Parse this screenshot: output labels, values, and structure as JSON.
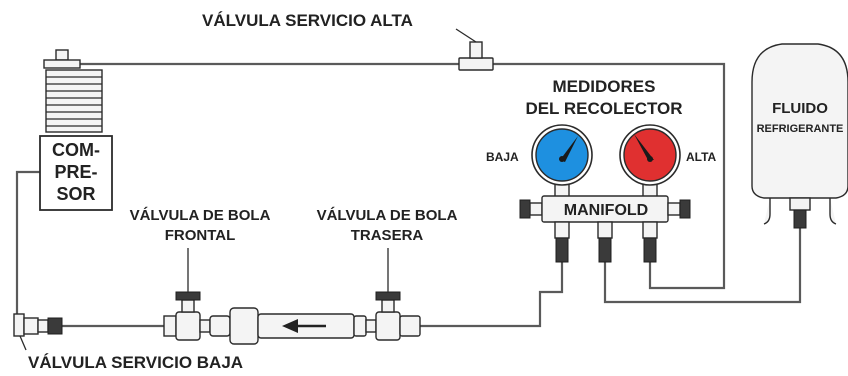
{
  "labels": {
    "service_valve_high": "VÁLVULA SERVICIO ALTA",
    "service_valve_low": "VÁLVULA SERVICIO BAJA",
    "compressor_line1": "COM-",
    "compressor_line2": "PRE-",
    "compressor_line3": "SOR",
    "gauges_line1": "MEDIDORES",
    "gauges_line2": "DEL RECOLECTOR",
    "gauge_low": "BAJA",
    "gauge_high": "ALTA",
    "manifold": "MANIFOLD",
    "fluid_line1": "FLUIDO",
    "fluid_line2": "REFRIGERANTE",
    "front_valve_line1": "VÁLVULA DE BOLA",
    "front_valve_line2": "FRONTAL",
    "rear_valve_line1": "VÁLVULA DE BOLA",
    "rear_valve_line2": "TRASERA"
  },
  "colors": {
    "gauge_low": "#1e90e0",
    "gauge_high": "#e03030",
    "pipe": "#5a5a5a",
    "text": "#222222"
  },
  "icons": {
    "flow_direction": "arrow-left-icon"
  }
}
